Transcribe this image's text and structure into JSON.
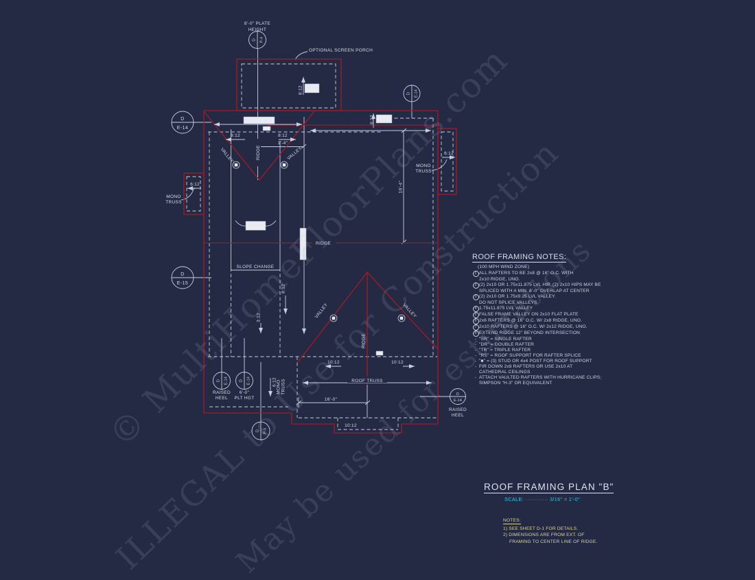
{
  "watermarks": {
    "line1": "© MultiHomeFloorPlans.com",
    "line2": "ILLEGAL to Use for Construction",
    "line3": "May be used for estimations"
  },
  "plan": {
    "labels": {
      "plate_l1": "8'-0\" PLATE",
      "plate_l2": "HEIGHT",
      "optional_screen_porch": "OPTIONAL SCREEN PORCH",
      "ridge": "RIDGE",
      "valley": "VALLEY",
      "slope_change": "SLOPE CHANGE",
      "roof_truss": "ROOF TRUSS",
      "mono_l1": "MONO",
      "mono_l2": "TRUSS",
      "raised_l1": "RAISED",
      "raised_l2": "HEEL",
      "plt_l1": "6'-0\"",
      "plt_l2": "PLT HGT",
      "s812": "8:12",
      "s612": "6:12",
      "s312": "3:12",
      "s1012": "10:12",
      "d14": "1'-4\"",
      "d164": "16'-4\"",
      "d160": "16'-0\""
    },
    "markers": {
      "d": "D",
      "p4": "P-4",
      "p5": "P-5",
      "e14": "E-14",
      "e15": "E-15"
    }
  },
  "notes_panel": {
    "title": "ROOF FRAMING NOTES:",
    "subtitle": "(100 MPH WIND ZONE)",
    "rows": [
      {
        "m": "1",
        "t": "ALL RAFTERS TO BE 2x8 @ 16\" O.C. WITH"
      },
      {
        "m": "",
        "t": "2x10 RIDGE, UNO."
      },
      {
        "m": "2",
        "t": "(2) 2x10 OR 1.75x11.875 LVL HIP. (2) 2x10 HIPS MAY BE"
      },
      {
        "m": "",
        "t": "SPLICED WITH A MIN. 6'-0\" OVERLAP AT CENTER"
      },
      {
        "m": "3",
        "t": "(2) 2x10 OR 1.75x9.25 LVL VALLEY."
      },
      {
        "m": "",
        "t": "DO NOT SPLICE VALLEYS"
      },
      {
        "m": "4",
        "t": "1.75x11.875 LVL VALLEY"
      },
      {
        "m": "5",
        "t": "FALSE FRAME VALLEY ON 2x10 FLAT PLATE"
      },
      {
        "m": "6",
        "t": "2x6 RAFTERS @ 16\" O.C. W/ 2x8 RIDGE, UNO."
      },
      {
        "m": "7",
        "t": "2x10 RAFTERS @ 16\" O.C. W/ 2x12 RIDGE, UNO."
      },
      {
        "m": "8",
        "t": "EXTEND RIDGE 12\" BEYOND INTERSECTION"
      },
      {
        "m": "-",
        "t": "\"SR\" = SINGLE RAFTER"
      },
      {
        "m": "-",
        "t": "\"DR\" = DOUBLE RAFTER"
      },
      {
        "m": "-",
        "t": "\"TR\" = TRIPLE RAFTER"
      },
      {
        "m": "-",
        "t": "\"RS\" = ROOF SUPPORT FOR RAFTER SPLICE"
      },
      {
        "m": "-",
        "t": "\"■\" = (3) STUD OR 4x4 POST FOR ROOF SUPPORT"
      },
      {
        "m": "-",
        "t": "FIR DOWN 2x8 RAFTERS OR USE 2x10 AT"
      },
      {
        "m": "",
        "t": "CATHEDRAL CEILINGS"
      },
      {
        "m": "-",
        "t": "ATTACH VAULTED RAFTERS WITH HURRICANE CLIPS;"
      },
      {
        "m": "",
        "t": "SIMPSON \"H-3\" OR EQUIVALENT"
      }
    ]
  },
  "title_block": {
    "title": "ROOF FRAMING PLAN \"B\"",
    "scale_label": "SCALE:",
    "scale_leader": "············",
    "scale_value": "3/16\" = 1'-0\"",
    "notes_title": "NOTES:",
    "note1": "1) SEE SHEET D-1 FOR DETAILS.",
    "note2": "2) DIMENSIONS ARE FROM EXT. OF",
    "note2b": "FRAMING TO CENTER LINE OF RIDGE."
  }
}
